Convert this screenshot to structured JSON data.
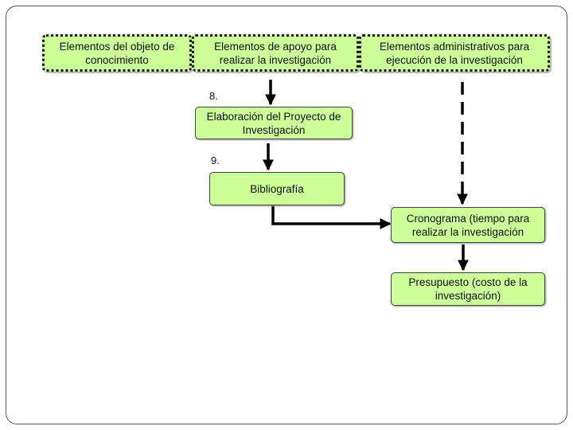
{
  "boxes": {
    "objeto": "Elementos del objeto de conocimiento",
    "apoyo": "Elementos de apoyo para realizar la investigación",
    "administrativos": "Elementos administrativos para ejecución de la investigación",
    "proyecto": "Elaboración del Proyecto de Investigación",
    "bibliografia": "Bibliografía",
    "cronograma": "Cronograma (tiempo para realizar la investigación",
    "presupuesto": "Presupuesto (costo de la investigación)"
  },
  "steps": {
    "eight": "8.",
    "nine": "9."
  },
  "colors": {
    "box_fill": "#ccff99",
    "line": "#000000"
  }
}
